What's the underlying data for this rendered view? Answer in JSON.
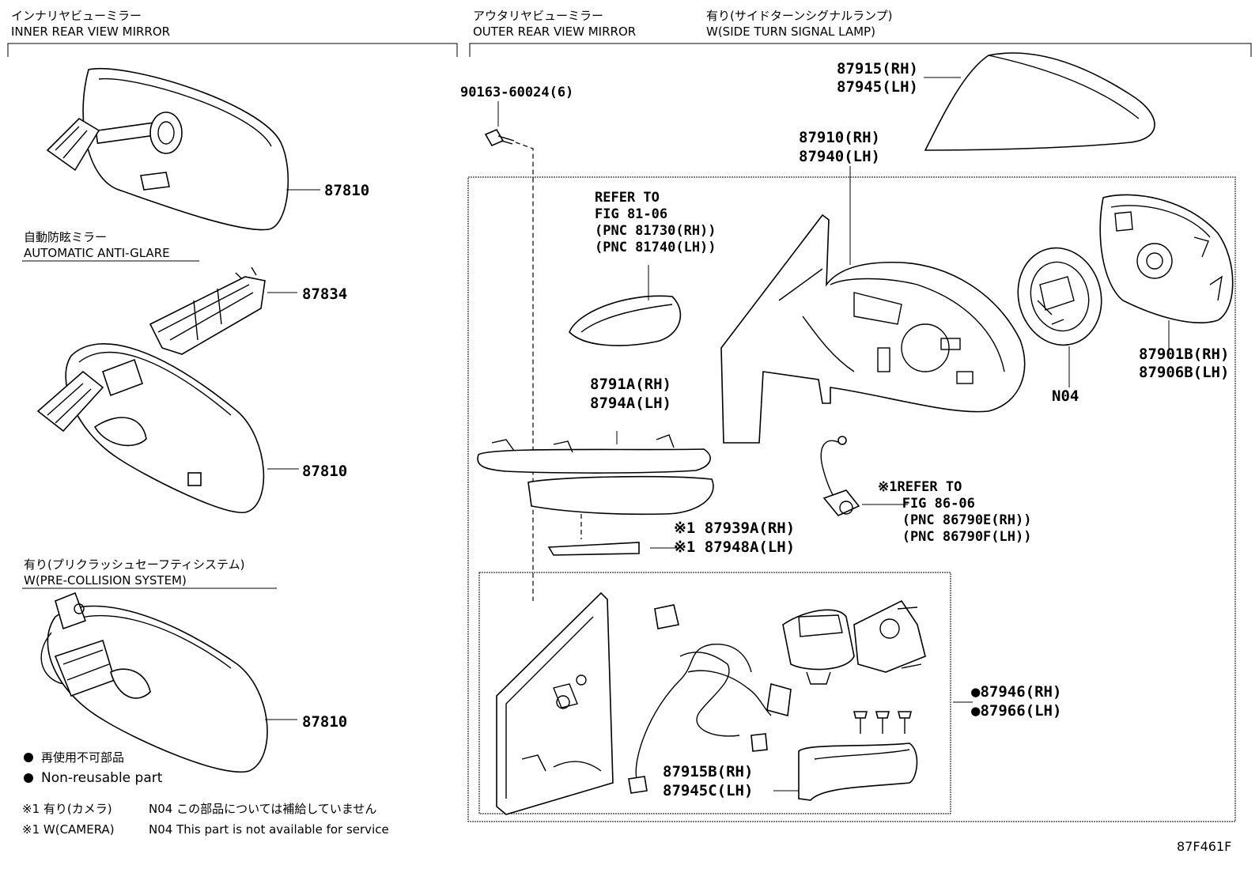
{
  "headers": {
    "inner_jp": "インナリヤビューミラー",
    "inner_en": "INNER REAR VIEW MIRROR",
    "outer_jp": "アウタリヤビューミラー",
    "outer_en": "OUTER REAR VIEW MIRROR",
    "turn_jp": "有り(サイドターンシグナルランプ)",
    "turn_en": "W(SIDE TURN SIGNAL LAMP)"
  },
  "sublabels": {
    "antiglare_jp": "自動防眩ミラー",
    "antiglare_en": "AUTOMATIC ANTI-GLARE",
    "precollision_jp": "有り(プリクラッシュセーフティシステム)",
    "precollision_en": "W(PRE-COLLISION SYSTEM)"
  },
  "parts": {
    "p87810a": "87810",
    "p87834": "87834",
    "p87810b": "87810",
    "p87810c": "87810",
    "bolt": "90163-60024(6)",
    "cover_rh": "87915(RH)",
    "cover_lh": "87945(LH)",
    "mirror_rh": "87910(RH)",
    "mirror_lh": "87940(LH)",
    "refer1": "REFER TO\nFIG 81-06\n(PNC 81730(RH))\n(PNC 81740(LH))",
    "lamp_rh": "8791A(RH)",
    "lamp_lh": "8794A(LH)",
    "cam_rh": "※1 87939A(RH)",
    "cam_lh": "※1 87948A(LH)",
    "refer2": "※1REFER TO\n   FIG 86-06\n   (PNC 86790E(RH))\n   (PNC 86790F(LH))",
    "n04": "N04",
    "glass_rh": "87901B(RH)",
    "glass_lh": "87906B(LH)",
    "kit_rh": "●87946(RH)",
    "kit_lh": "●87966(LH)",
    "base_rh": "87915B(RH)",
    "base_lh": "87945C(LH)"
  },
  "legend": {
    "nonreuse_jp": "再使用不可部品",
    "nonreuse_en": "Non-reusable part",
    "camera_jp": "※1 有り(カメラ)",
    "camera_en": "※1 W(CAMERA)",
    "n04_jp": "N04 この部品については補給していません",
    "n04_en": "N04 This part is not available for service"
  },
  "figure_id": "87F461F"
}
